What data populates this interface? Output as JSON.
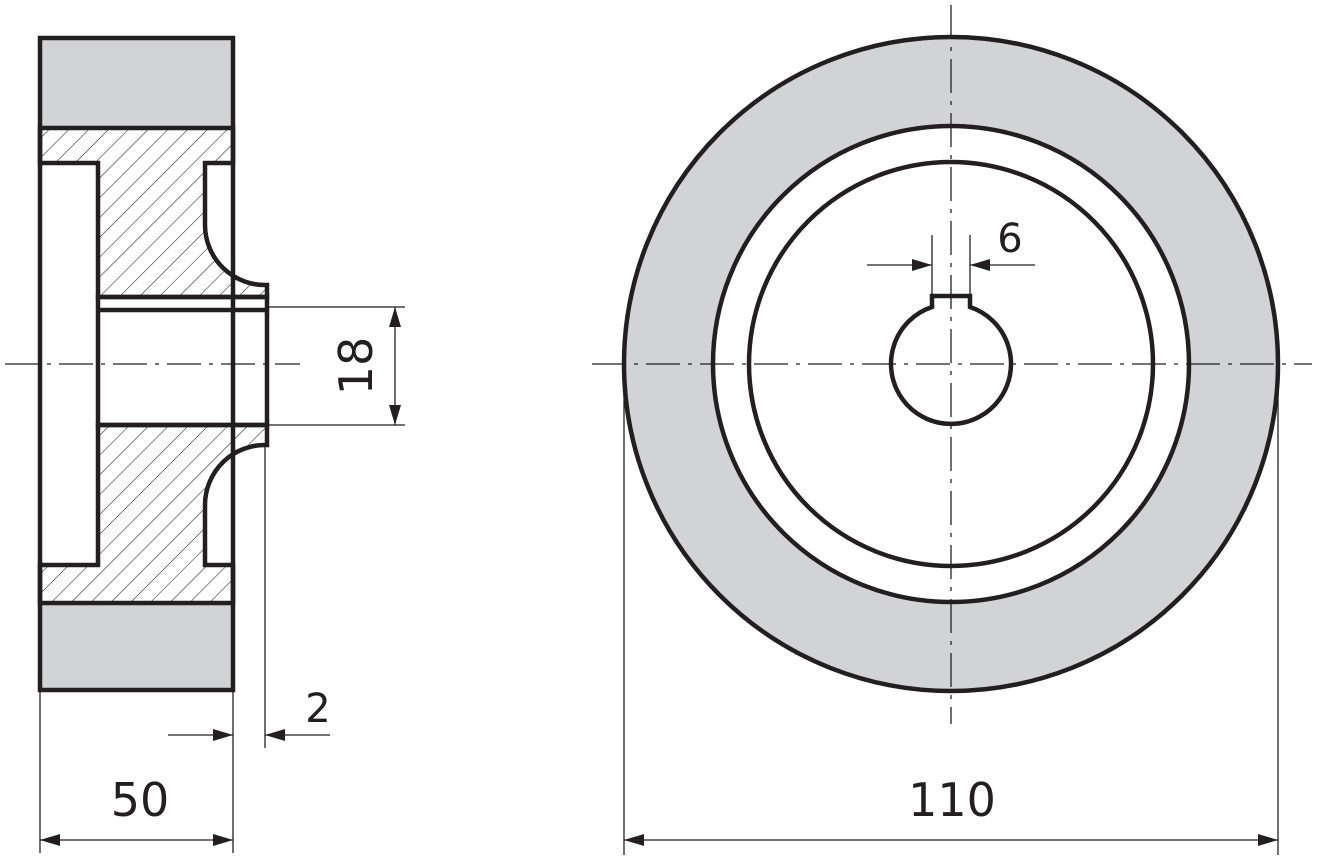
{
  "drawing": {
    "dimensions": {
      "width_50": "50",
      "offset_2": "2",
      "bore_18": "18",
      "diameter_110": "110",
      "keyway_6": "6"
    },
    "colors": {
      "line": "#231f20",
      "rim_fill": "#d1d3d4",
      "background": "#ffffff"
    }
  }
}
